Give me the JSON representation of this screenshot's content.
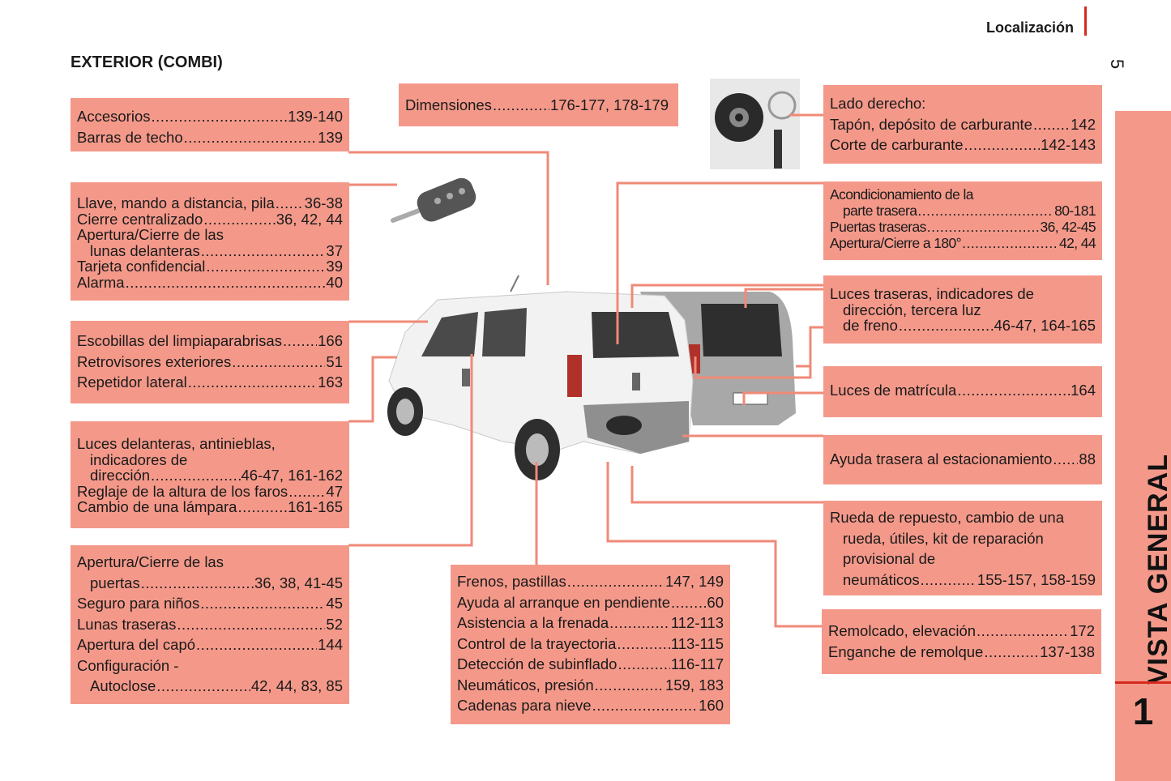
{
  "header": {
    "section": "Localización",
    "page_number": "5"
  },
  "title": "EXTERIOR (COMBI)",
  "sidebar": {
    "chapter_title": "VISTA GENERAL",
    "chapter_number": "1"
  },
  "boxes": {
    "accesorios": [
      {
        "label": "Accesorios",
        "value": "139-140"
      },
      {
        "label": "Barras de techo",
        "value": "139"
      }
    ],
    "dimensiones": [
      {
        "label": "Dimensiones",
        "value": "176-177, 178-179"
      }
    ],
    "llave": [
      {
        "label": "Llave, mando a distancia, pila",
        "value": "36-38"
      },
      {
        "label": "Cierre centralizado",
        "value": "36, 42, 44"
      },
      {
        "label": "Apertura/Cierre de las",
        "value": ""
      },
      {
        "label": "lunas delanteras",
        "value": "37"
      },
      {
        "label": "Tarjeta confidencial",
        "value": "39"
      },
      {
        "label": "Alarma",
        "value": "40"
      }
    ],
    "escobillas": [
      {
        "label": "Escobillas del limpiaparabrisas",
        "value": "166"
      },
      {
        "label": "Retrovisores exteriores",
        "value": "51"
      },
      {
        "label": "Repetidor lateral",
        "value": "163"
      }
    ],
    "luces_delanteras": [
      {
        "label": "Luces delanteras, antinieblas,",
        "value": ""
      },
      {
        "label": "indicadores de",
        "value": ""
      },
      {
        "label": "dirección",
        "value": "46-47, 161-162"
      },
      {
        "label": "Reglaje de la altura de los faros",
        "value": "47"
      },
      {
        "label": "Cambio de una lámpara",
        "value": "161-165"
      }
    ],
    "puertas": [
      {
        "label": "Apertura/Cierre de las",
        "value": ""
      },
      {
        "label": "puertas",
        "value": "36, 38, 41-45"
      },
      {
        "label": "Seguro para niños",
        "value": "45"
      },
      {
        "label": "Lunas traseras",
        "value": "52"
      },
      {
        "label": "Apertura del capó",
        "value": "144"
      },
      {
        "label": "Configuración -",
        "value": ""
      },
      {
        "label": "Autoclose",
        "value": "42, 44, 83, 85"
      }
    ],
    "frenos": [
      {
        "label": "Frenos, pastillas",
        "value": "147, 149"
      },
      {
        "label": "Ayuda al arranque en pendiente",
        "value": "60"
      },
      {
        "label": "Asistencia a la frenada",
        "value": "112-113"
      },
      {
        "label": "Control de la trayectoria",
        "value": "113-115"
      },
      {
        "label": "Detección de subinflado",
        "value": "116-117"
      },
      {
        "label": "Neumáticos, presión",
        "value": "159, 183"
      },
      {
        "label": "Cadenas para nieve",
        "value": "160"
      }
    ],
    "lado_derecho": [
      {
        "label": "Lado derecho:",
        "value": ""
      },
      {
        "label": "Tapón, depósito de carburante",
        "value": "142"
      },
      {
        "label": "Corte de carburante",
        "value": "142-143"
      }
    ],
    "acondicionamiento": [
      {
        "label": "Acondicionamiento de la",
        "value": ""
      },
      {
        "label": "parte trasera",
        "value": "80-181"
      },
      {
        "label": "Puertas traseras",
        "value": "36, 42-45"
      },
      {
        "label": "Apertura/Cierre a 180°",
        "value": "42, 44"
      }
    ],
    "luces_traseras": [
      {
        "label": "Luces traseras, indicadores de",
        "value": ""
      },
      {
        "label": "dirección, tercera luz",
        "value": ""
      },
      {
        "label": "de freno",
        "value": "46-47, 164-165"
      }
    ],
    "matricula": [
      {
        "label": "Luces de matrícula",
        "value": "164"
      }
    ],
    "ayuda_trasera": [
      {
        "label": "Ayuda trasera al estacionamiento",
        "value": "88"
      }
    ],
    "rueda": [
      {
        "label": "Rueda de repuesto, cambio de una",
        "value": ""
      },
      {
        "label": "rueda, útiles, kit de reparación",
        "value": ""
      },
      {
        "label": "provisional de",
        "value": ""
      },
      {
        "label": "neumáticos",
        "value": "155-157, 158-159"
      }
    ],
    "remolcado": [
      {
        "label": "Remolcado, elevación",
        "value": "172"
      },
      {
        "label": "Enganche de remolque",
        "value": "137-138"
      }
    ]
  },
  "colors": {
    "box": "#f4998a",
    "line": "#f08a78",
    "accent": "#d62a1e"
  },
  "icons": [
    "car-key-icon",
    "fuel-cap-icon",
    "van-illustration"
  ]
}
